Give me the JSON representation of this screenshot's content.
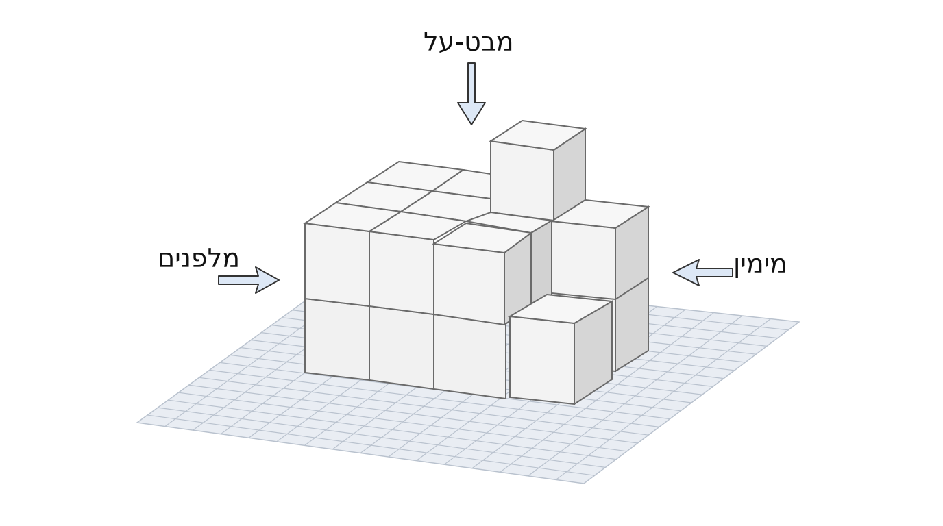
{
  "labels": {
    "top": "מבט-על",
    "front": "מלפנים",
    "right": "מימין"
  },
  "colors": {
    "background": "#ffffff",
    "floor_fill": "#e9edf3",
    "floor_grid": "#b9c2ce",
    "cube_top": "#f7f7f7",
    "cube_front": "#f1f1f1",
    "cube_side": "#d6d6d6",
    "cube_edge": "#6a6a6a",
    "arrow_fill": "#dde8f6",
    "arrow_stroke": "#333333"
  }
}
